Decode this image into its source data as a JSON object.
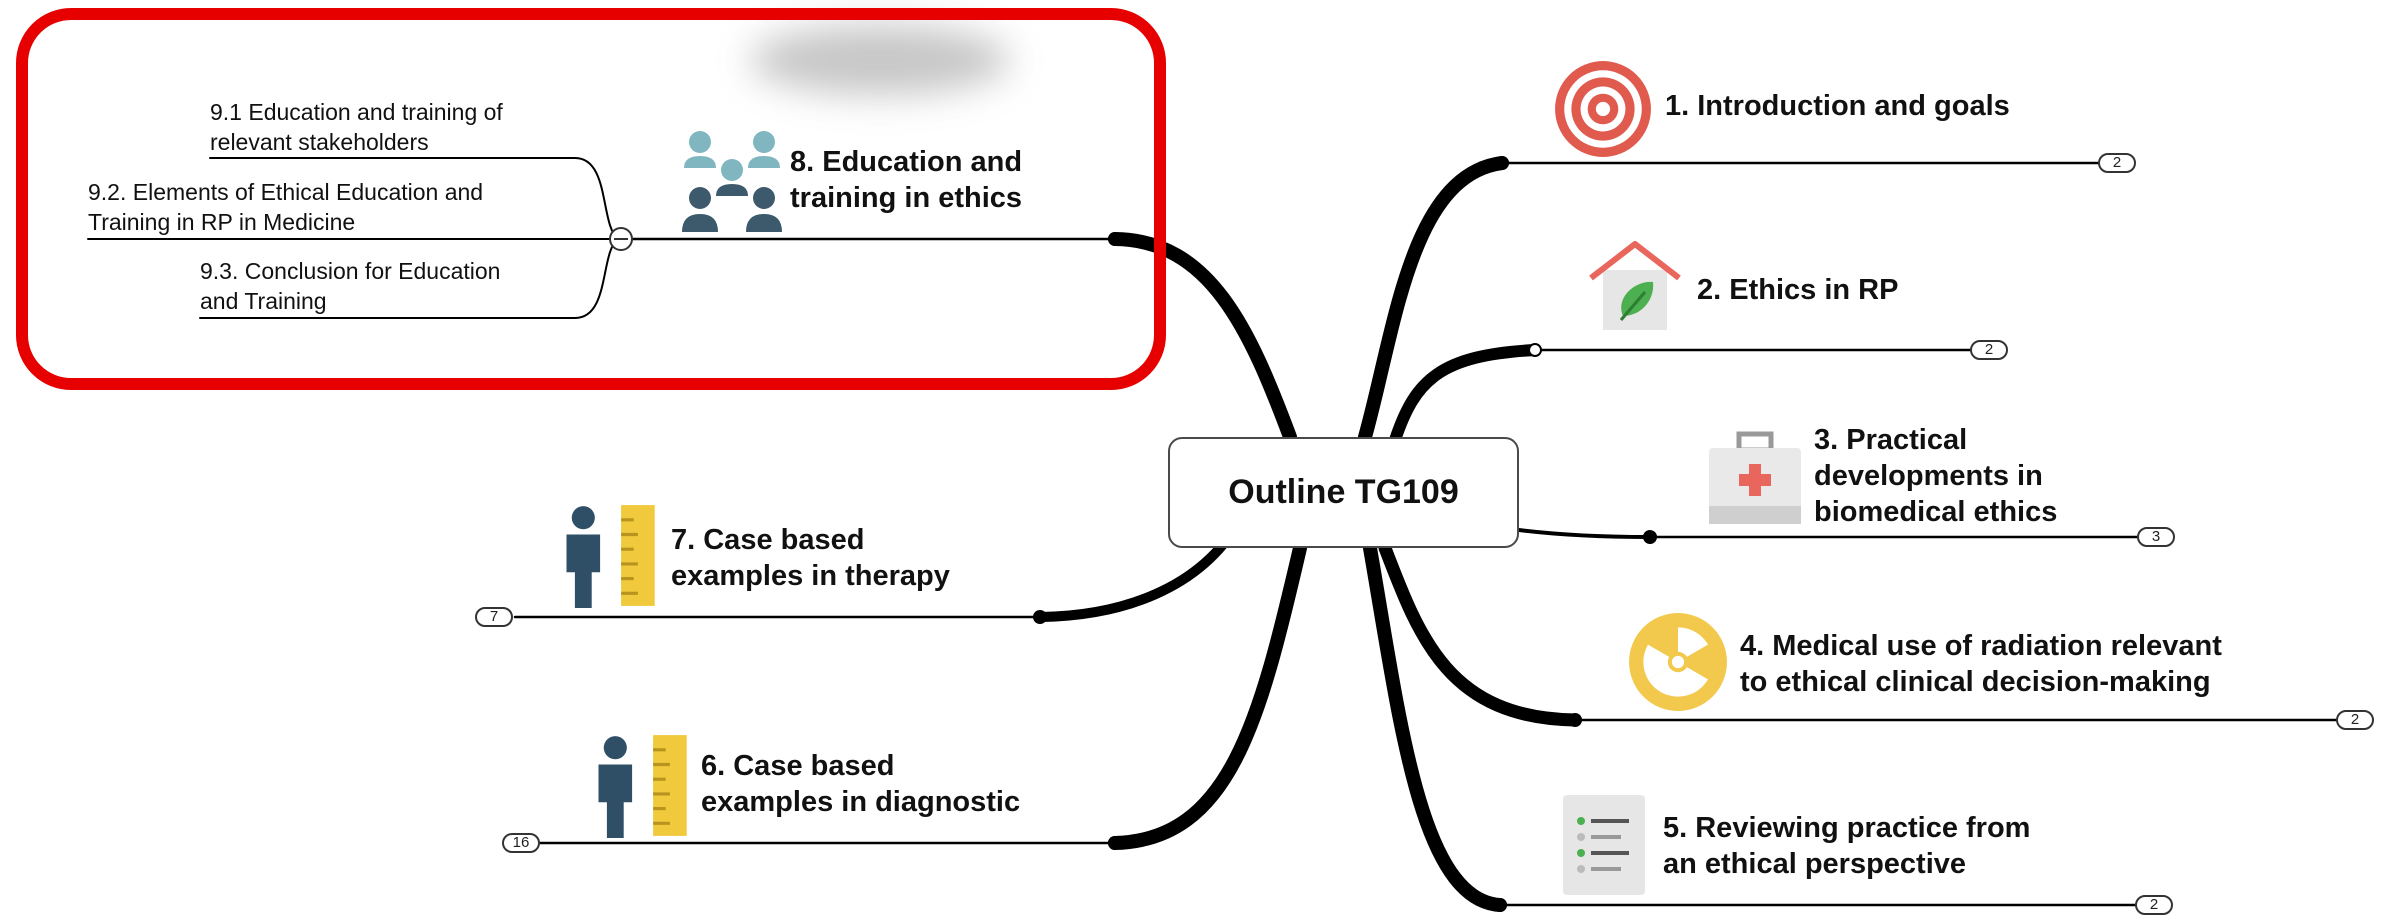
{
  "center": {
    "label": "Outline TG109"
  },
  "topics": [
    {
      "id": "t1",
      "lines": [
        "1. Introduction and goals"
      ],
      "count": "2",
      "icon": "target-icon"
    },
    {
      "id": "t2",
      "lines": [
        "2. Ethics in RP"
      ],
      "count": "2",
      "icon": "house-leaf-icon"
    },
    {
      "id": "t3",
      "lines": [
        "3. Practical",
        "developments in",
        "biomedical ethics"
      ],
      "count": "3",
      "icon": "first-aid-kit-icon"
    },
    {
      "id": "t4",
      "lines": [
        "4. Medical use of radiation relevant",
        "to ethical clinical decision-making"
      ],
      "count": "2",
      "icon": "radiation-icon"
    },
    {
      "id": "t5",
      "lines": [
        "5. Reviewing practice from",
        "an ethical perspective"
      ],
      "count": "2",
      "icon": "checklist-icon"
    },
    {
      "id": "t6",
      "lines": [
        "6. Case based",
        "examples in diagnostic"
      ],
      "count": "16",
      "icon": "person-ruler-icon"
    },
    {
      "id": "t7",
      "lines": [
        "7. Case based",
        "examples in therapy"
      ],
      "count": "7",
      "icon": "person-ruler-icon"
    },
    {
      "id": "t8",
      "lines": [
        "8. Education and",
        "training in ethics"
      ],
      "icon": "group-people-icon",
      "subtopics": [
        {
          "lines": [
            "9.1 Education and training of",
            "relevant stakeholders"
          ]
        },
        {
          "lines": [
            "9.2. Elements of Ethical Education and",
            "Training in RP in Medicine"
          ]
        },
        {
          "lines": [
            "9.3. Conclusion for Education",
            "and Training"
          ]
        }
      ]
    }
  ],
  "colors": {
    "branch": "#000000",
    "highlight": "#e60000",
    "target": "#e05a4e",
    "leaf": "#4caf50",
    "roof": "#e8665c",
    "radiation": "#f2c94c",
    "person": "#2f4f66",
    "ruler": "#f0c93c",
    "group_light": "#7fb6bf",
    "group_dark": "#3d5a6c",
    "kit": "#e9e9e9",
    "kit_cross": "#e8665c"
  }
}
